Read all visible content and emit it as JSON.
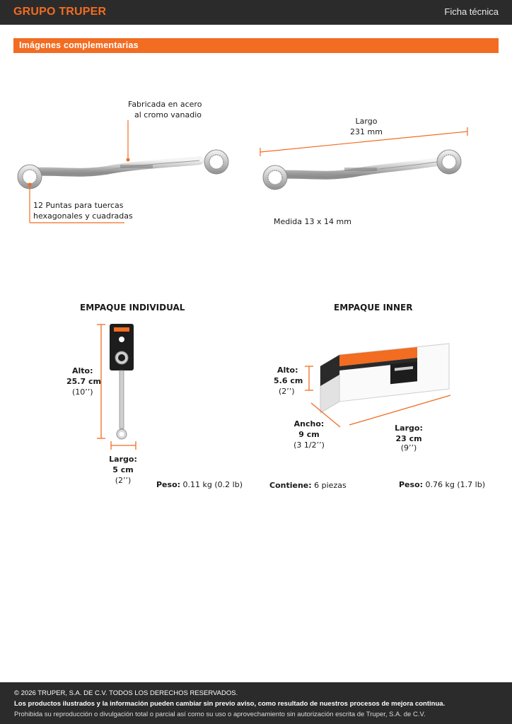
{
  "header": {
    "brand": "GRUPO TRUPER",
    "doc_title": "Ficha técnica"
  },
  "section": {
    "title": "Imágenes complementarias"
  },
  "product_views": {
    "material_label_line1": "Fabricada en acero",
    "material_label_line2": "al cromo vanadio",
    "points_label_line1": "12 Puntas para tuercas",
    "points_label_line2": "hexagonales y cuadradas",
    "length_label": "Largo",
    "length_value": "231 mm",
    "size_label": "Medida 13 x 14 mm"
  },
  "individual_pack": {
    "heading": "EMPAQUE INDIVIDUAL",
    "height_label": "Alto:",
    "height_value": "25.7 cm",
    "height_inches": "(10’’)",
    "length_label": "Largo:",
    "length_value": "5 cm",
    "length_inches": "(2’’)",
    "weight_label": "Peso:",
    "weight_value": "0.11 kg (0.2 lb)"
  },
  "inner_pack": {
    "heading": "EMPAQUE INNER",
    "height_label": "Alto:",
    "height_value": "5.6 cm",
    "height_inches": "(2’’)",
    "width_label": "Ancho:",
    "width_value": "9 cm",
    "width_inches": "(3 1/2’’)",
    "length_label": "Largo:",
    "length_value": "23 cm",
    "length_inches": "(9’’)",
    "contents_label": "Contiene:",
    "contents_value": "6 piezas",
    "weight_label": "Peso:",
    "weight_value": "0.76 kg (1.7 lb)"
  },
  "footer": {
    "copyright": "© 2026 TRUPER, S.A. DE C.V. TODOS LOS DERECHOS RESERVADOS.",
    "notice": "Los productos ilustrados y la información pueden cambiar sin previo aviso, como resultado de nuestros procesos de mejora continua.",
    "prohibition": "Prohibida su reproducción o divulgación total o parcial así como su uso o aprovechamiento sin autorización escrita de Truper, S.A. de C.V."
  },
  "colors": {
    "accent": "#f26c21",
    "dark": "#2b2b2b"
  },
  "icons": {
    "wrench": "wrench-icon",
    "package": "package-icon",
    "box": "box-icon"
  }
}
